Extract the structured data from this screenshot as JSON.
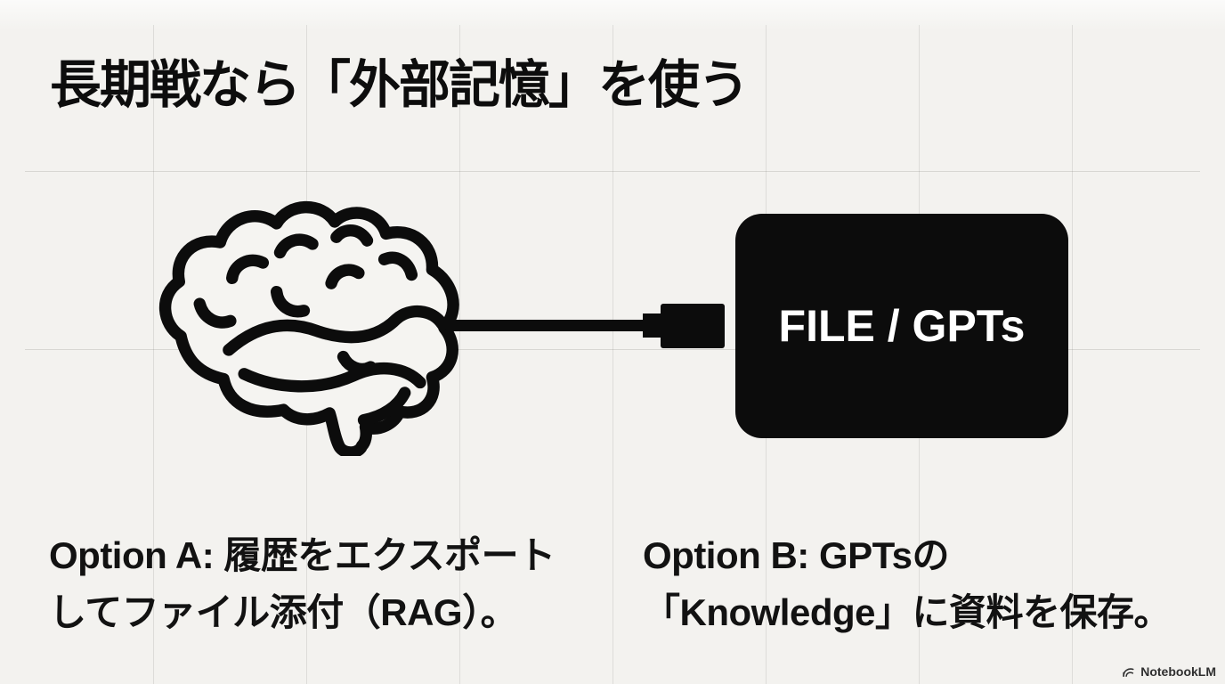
{
  "slide": {
    "title": "長期戦なら「外部記憶」を使う",
    "memory_box": {
      "label": "FILE / GPTs"
    },
    "option_a": {
      "line1": "Option A: 履歴をエクスポート",
      "line2": "してファイル添付（RAG）。"
    },
    "option_b": {
      "line1": "Option B: GPTsの",
      "line2": "「Knowledge」に資料を保存。"
    },
    "watermark": {
      "brand": "NotebookLM"
    },
    "icons": {
      "brain": "brain-outline-icon",
      "plug": "usb-plug-icon",
      "cable": "usb-cable-connector",
      "brand_logo": "notebooklm-logo-icon"
    },
    "colors": {
      "background": "#f3f2ef",
      "ink": "#0c0c0c",
      "box_fill": "#0c0c0c",
      "box_text": "#ffffff",
      "gridline": "#d9d8d5",
      "watermark_text": "#2f2f2f"
    }
  }
}
